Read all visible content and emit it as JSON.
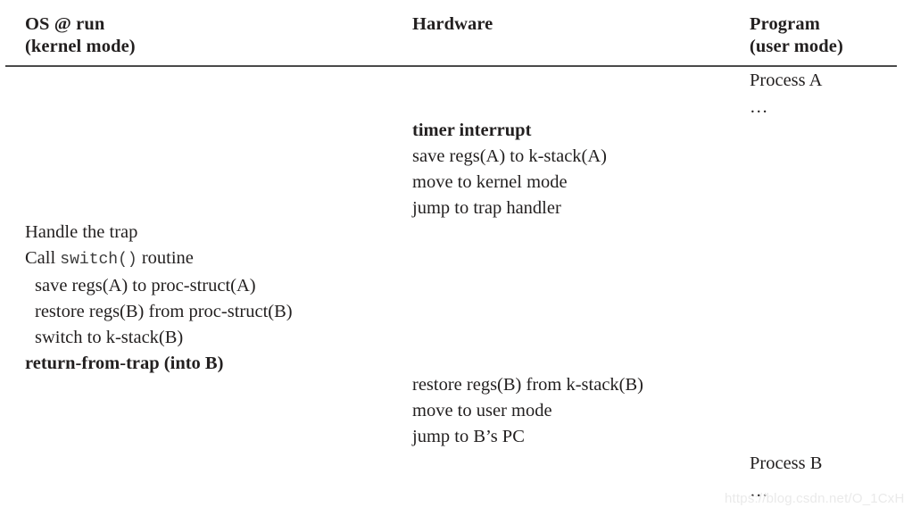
{
  "figure": {
    "type": "three-column-timeline-table",
    "background_color": "#ffffff",
    "rule_color": "#4a4a4a",
    "text_color": "#221f1f"
  },
  "columns": {
    "os": {
      "header": "OS @ run\n(kernel mode)",
      "lines": [
        {
          "text": "Handle the trap",
          "bold": false,
          "indent": false
        },
        {
          "text": "Call switch() routine",
          "bold": false,
          "indent": false,
          "mono_part": "switch()",
          "prefix": "Call ",
          "suffix": " routine"
        },
        {
          "text": "save regs(A) to proc-struct(A)",
          "bold": false,
          "indent": true
        },
        {
          "text": "restore regs(B) from proc-struct(B)",
          "bold": false,
          "indent": true
        },
        {
          "text": "switch to k-stack(B)",
          "bold": false,
          "indent": true
        },
        {
          "text": "return-from-trap (into B)",
          "bold": true,
          "indent": false
        }
      ]
    },
    "hardware": {
      "header": "Hardware",
      "top_block": [
        {
          "text": "timer interrupt",
          "bold": true
        },
        {
          "text": "save regs(A) to k-stack(A)",
          "bold": false
        },
        {
          "text": "move to kernel mode",
          "bold": false
        },
        {
          "text": "jump to trap handler",
          "bold": false
        }
      ],
      "bottom_block": [
        {
          "text": "restore regs(B) from k-stack(B)",
          "bold": false
        },
        {
          "text": "move to user mode",
          "bold": false
        },
        {
          "text": "jump to B’s PC",
          "bold": false
        }
      ]
    },
    "program": {
      "header": "Program\n(user mode)",
      "process_a": "Process A",
      "process_a_ellipsis": "…",
      "process_b": "Process B",
      "process_b_ellipsis": "…"
    }
  },
  "watermark": {
    "text": "https://blog.csdn.net/O_1CxH",
    "color": "#eaeaea"
  }
}
